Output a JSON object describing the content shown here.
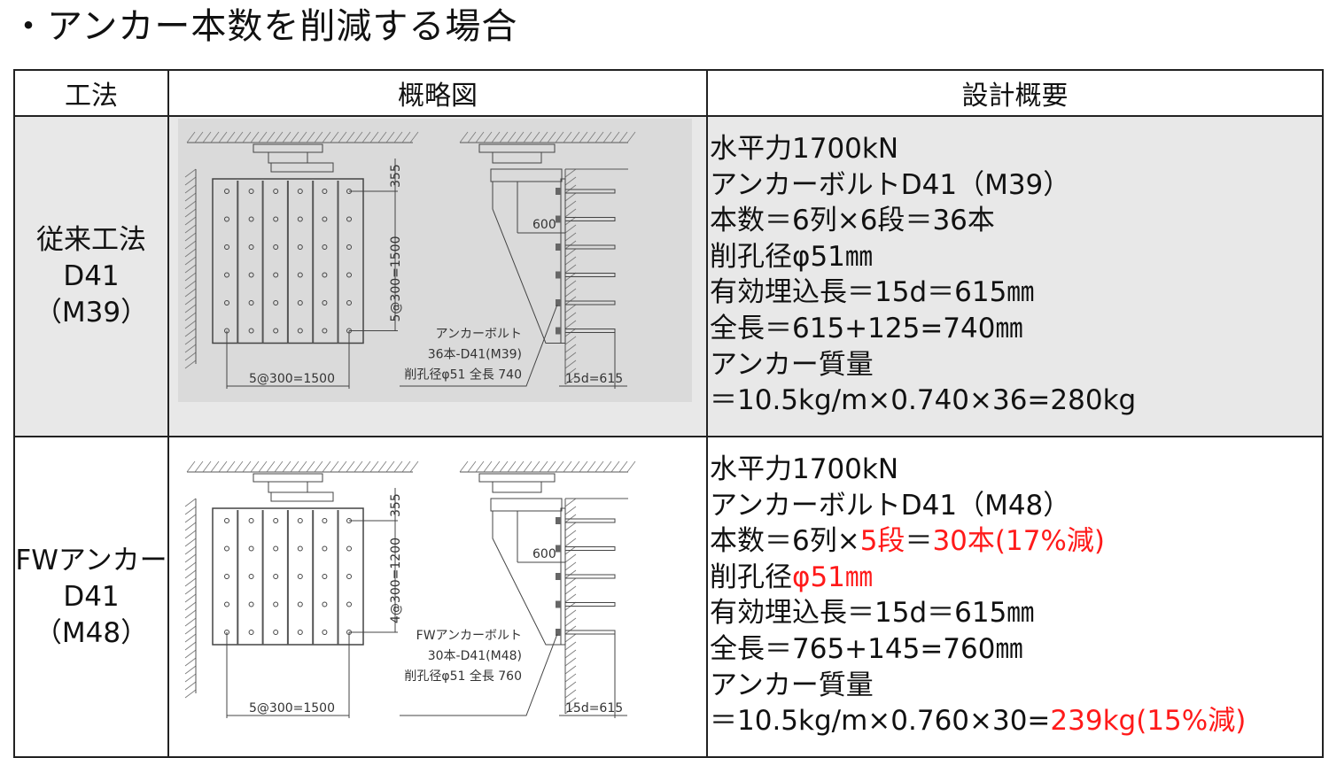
{
  "title": "・アンカー本数を削減する場合",
  "headers": {
    "method": "工法",
    "diagram": "概略図",
    "design": "設計概要"
  },
  "colors": {
    "accent_red": "#ff1a1a",
    "row1_bg": "#e8e8e8"
  },
  "rows": [
    {
      "method": [
        "従来工法",
        "D41",
        "（M39）"
      ],
      "diagram": {
        "columns": 6,
        "rows": 6,
        "dim_top": "355",
        "dim_vertical": "5@300=1500",
        "dim_horizontal": "5@300=1500",
        "dim_600": "600",
        "dim_embed": "15d=615",
        "label": [
          "アンカーボルト",
          "36本-D41(M39)",
          "削孔径φ51 全長 740"
        ]
      },
      "spec": {
        "l1": "水平力1700kN",
        "l2": "アンカーボルトD41（M39）",
        "l3a": "本数＝6列×",
        "l3b": "6段",
        "l3c": "＝",
        "l3d": "36本",
        "l4a": "削孔径",
        "l4b": "φ51㎜",
        "l5": "有効埋込長＝15d＝615㎜",
        "l6": "全長＝615+125=740㎜",
        "l7": "アンカー質量",
        "l8a": "＝10.5kg/m×0.740×36=",
        "l8b": "280kg"
      }
    },
    {
      "method": [
        "FWアンカー",
        "D41",
        "（M48）"
      ],
      "diagram": {
        "columns": 6,
        "rows": 5,
        "dim_top": "355",
        "dim_vertical": "4@300=1200",
        "dim_horizontal": "5@300=1500",
        "dim_600": "600",
        "dim_embed": "15d=615",
        "label": [
          "FWアンカーボルト",
          "30本-D41(M48)",
          "削孔径φ51 全長 760"
        ]
      },
      "spec": {
        "l1": "水平力1700kN",
        "l2": "アンカーボルトD41（M48）",
        "l3a": "本数＝6列×",
        "l3b": "5段",
        "l3c": "＝",
        "l3d": "30本(17%減)",
        "l4a": "削孔径",
        "l4b": "φ51㎜",
        "l5": "有効埋込長＝15d＝615㎜",
        "l6": "全長＝765+145=760㎜",
        "l7": "アンカー質量",
        "l8a": "＝10.5kg/m×0.760×30=",
        "l8b": "239kg(15%減)"
      }
    }
  ]
}
